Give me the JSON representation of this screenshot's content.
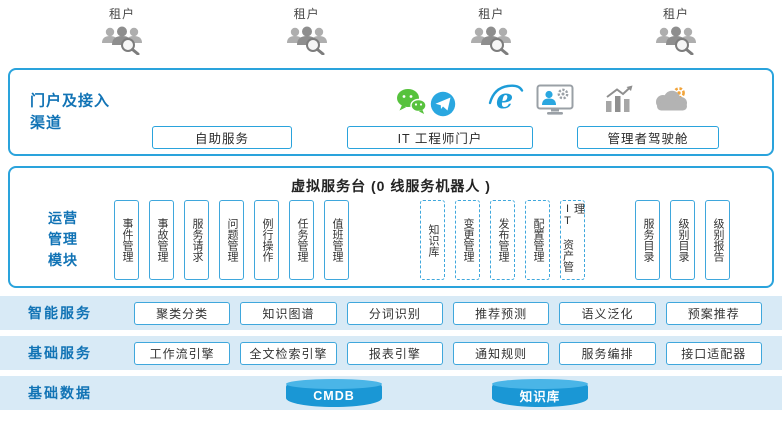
{
  "colors": {
    "accent_blue": "#2aa3dc",
    "label_blue": "#1173b5",
    "band_bg": "#d8eaf6",
    "box_border": "#3fa7dc",
    "cylinder_blue": "#1a97d5",
    "wechat_green": "#57c23d",
    "gear_orange": "#f2a43a",
    "icon_gray": "#a6a6a6"
  },
  "icons": {
    "tenant-group-icon": "group-of-users-with-magnifier",
    "wechat-icon": "wechat-chat-bubbles",
    "paper-plane-icon": "send-plane-in-circle",
    "ie-browser-icon": "internet-explorer-e",
    "engineer-monitor-icon": "person-at-monitor-with-gear",
    "bar-chart-icon": "bar-chart-with-trend-arrow",
    "cloud-gear-icon": "cloud-with-gear",
    "database-icon": "database-cylinder"
  },
  "tenants": [
    "租户",
    "租户",
    "租户",
    "租户"
  ],
  "portal": {
    "title": "门户及接入\n渠道",
    "boxes": [
      {
        "label": "自助服务"
      },
      {
        "label": "IT 工程师门户"
      },
      {
        "label": "管理者驾驶舱"
      }
    ]
  },
  "operations": {
    "title": "虚拟服务台 (0 线服务机器人 )",
    "side_label": "运营\n管理\n模块",
    "process_items": [
      "事件管理",
      "事故管理",
      "服务请求",
      "问题管理",
      "例行操作",
      "任务管理",
      "值班管理"
    ],
    "dashed_items": [
      "知识库",
      "变更管理",
      "发布管理",
      "配置管理",
      "IT 资产管理"
    ],
    "catalog_items": [
      "服务目录",
      "级别目录",
      "级别报告"
    ]
  },
  "intelligent_services": {
    "title": "智能服务",
    "items": [
      "聚类分类",
      "知识图谱",
      "分词识别",
      "推荐预测",
      "语义泛化",
      "预案推荐"
    ]
  },
  "basic_services": {
    "title": "基础服务",
    "items": [
      "工作流引擎",
      "全文检索引擎",
      "报表引擎",
      "通知规则",
      "服务编排",
      "接口适配器"
    ]
  },
  "basic_data": {
    "title": "基础数据",
    "items": [
      "CMDB",
      "知识库"
    ]
  }
}
